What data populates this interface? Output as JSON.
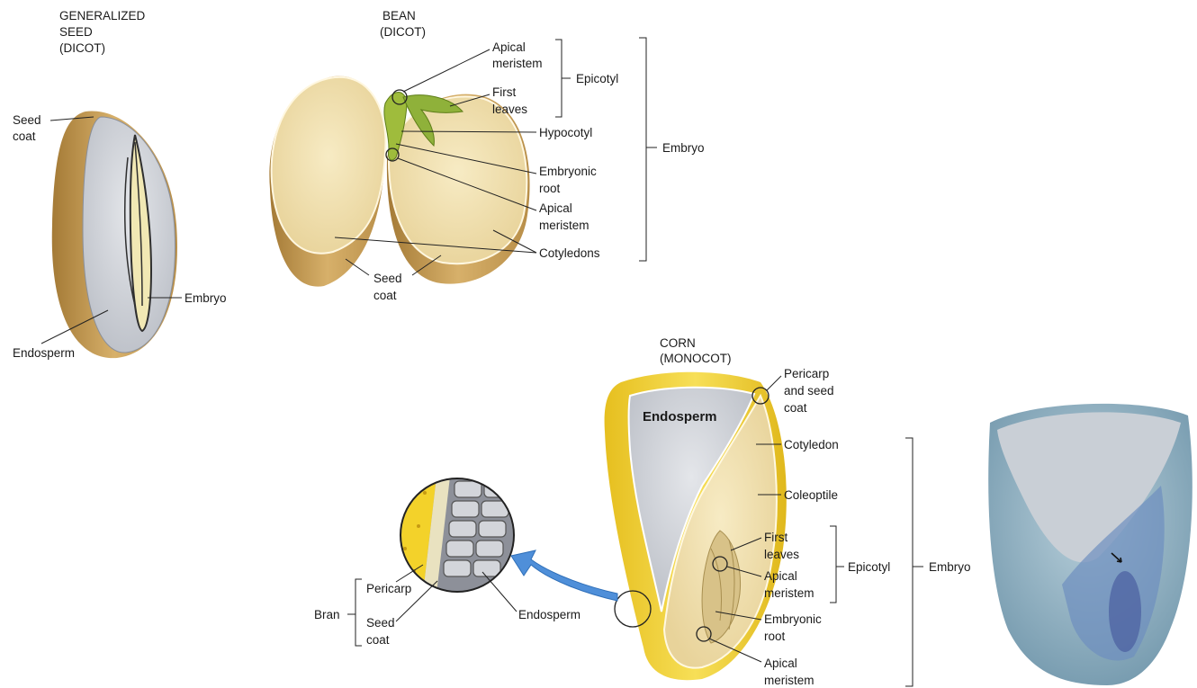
{
  "generalized": {
    "title": [
      "GENERALIZED",
      "SEED",
      "(DICOT)"
    ],
    "seed_coat": [
      "Seed",
      "coat"
    ],
    "embryo": "Embryo",
    "endosperm": "Endosperm"
  },
  "bean": {
    "title": [
      "BEAN",
      "(DICOT)"
    ],
    "apical_meristem_top": [
      "Apical",
      "meristem"
    ],
    "first_leaves": [
      "First",
      "leaves"
    ],
    "epicotyl": "Epicotyl",
    "hypocotyl": "Hypocotyl",
    "embryo": "Embryo",
    "embryonic_root": [
      "Embryonic",
      "root"
    ],
    "apical_meristem_bottom": [
      "Apical",
      "meristem"
    ],
    "cotyledons": "Cotyledons",
    "seed_coat": [
      "Seed",
      "coat"
    ]
  },
  "corn": {
    "title": [
      "CORN",
      "(MONOCOT)"
    ],
    "pericarp_seed_coat": [
      "Pericarp",
      "and seed",
      "coat"
    ],
    "endosperm_inner": "Endosperm",
    "cotyledon": "Cotyledon",
    "coleoptile": "Coleoptile",
    "first_leaves": [
      "First",
      "leaves"
    ],
    "apical_meristem_mid": [
      "Apical",
      "meristem"
    ],
    "epicotyl": "Epicotyl",
    "embryo": "Embryo",
    "embryonic_root": [
      "Embryonic",
      "root"
    ],
    "apical_meristem_bottom": [
      "Apical",
      "meristem"
    ]
  },
  "bran_detail": {
    "bran": "Bran",
    "pericarp": "Pericarp",
    "seed_coat": [
      "Seed",
      "coat"
    ],
    "endosperm": "Endosperm"
  },
  "colors": {
    "seed_coat": "#b8904a",
    "cotyledon": "#f2e2b0",
    "endosperm_gray": "#cfd2d8",
    "embryo_green": "#8fb13a",
    "corn_yellow": "#f2d23a",
    "photo_blue": "#8fb2c4",
    "arrow_blue": "#3f7fcf"
  }
}
